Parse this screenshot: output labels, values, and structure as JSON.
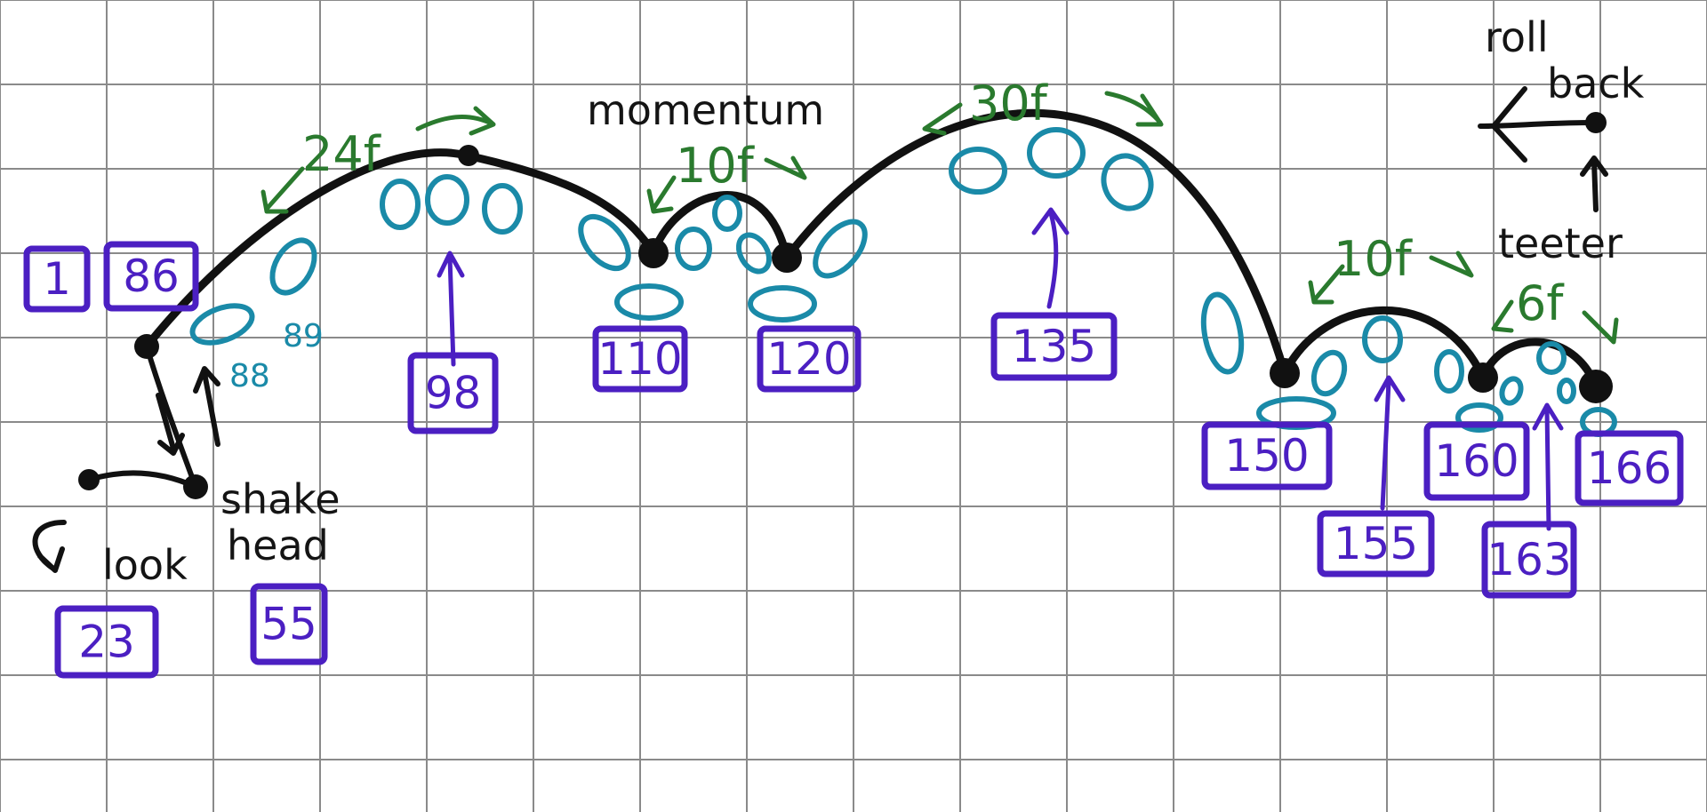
{
  "labels": {
    "look": "look",
    "shake_head": [
      "shake",
      "head"
    ],
    "momentum": "momentum",
    "roll_back": [
      "roll",
      "back"
    ],
    "teeter": "teeter"
  },
  "spacings": [
    "24f",
    "10f",
    "30f",
    "10f",
    "6f"
  ],
  "inbetween_labels": [
    "88",
    "89"
  ],
  "frames": [
    "1",
    "86",
    "23",
    "55",
    "98",
    "110",
    "120",
    "135",
    "150",
    "155",
    "160",
    "163",
    "166"
  ],
  "colors": {
    "grid": "#8a8a8a",
    "path": "#111111",
    "frame_boxes": "#4b1fc2",
    "spacing": "#2a7a2e",
    "inbetweens": "#1a8aa8"
  },
  "icons": [
    "left-arrow-icon",
    "up-arrow-icon",
    "down-arrow-icon",
    "curved-arrow-icon"
  ]
}
